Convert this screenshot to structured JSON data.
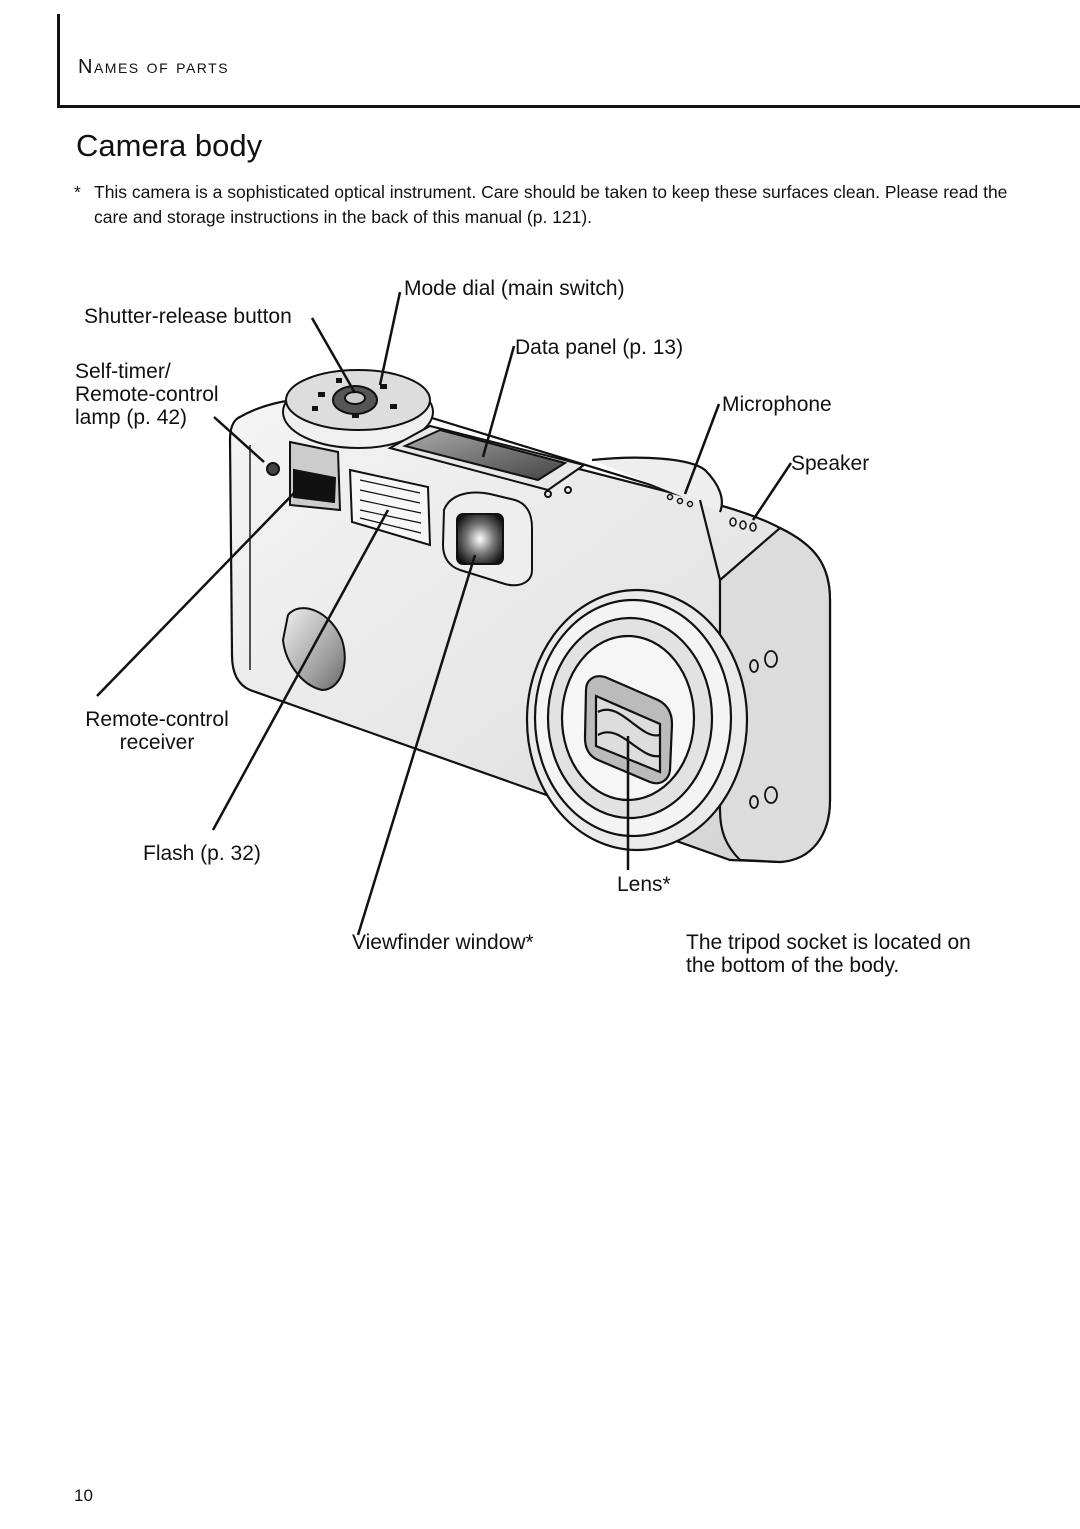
{
  "header": {
    "section_title": "Names of parts"
  },
  "page": {
    "title": "Camera body",
    "note_marker": "*",
    "note_text": "This camera is a sophisticated optical instrument. Care should be taken to keep these surfaces clean. Please read the care and storage instructions in the back of this manual (p. 121).",
    "page_number": "10"
  },
  "labels": {
    "mode_dial": "Mode dial (main switch)",
    "shutter_release": "Shutter-release button",
    "data_panel": "Data panel (p. 13)",
    "self_timer_line1": "Self-timer/",
    "self_timer_line2": "Remote-control",
    "self_timer_line3": "lamp (p. 42)",
    "microphone": "Microphone",
    "speaker": "Speaker",
    "remote_receiver_line1": "Remote-control",
    "remote_receiver_line2": "receiver",
    "flash": "Flash (p. 32)",
    "lens": "Lens*",
    "viewfinder": "Viewfinder window*",
    "tripod_line1": "The tripod socket is located on",
    "tripod_line2": "the bottom of the body."
  }
}
